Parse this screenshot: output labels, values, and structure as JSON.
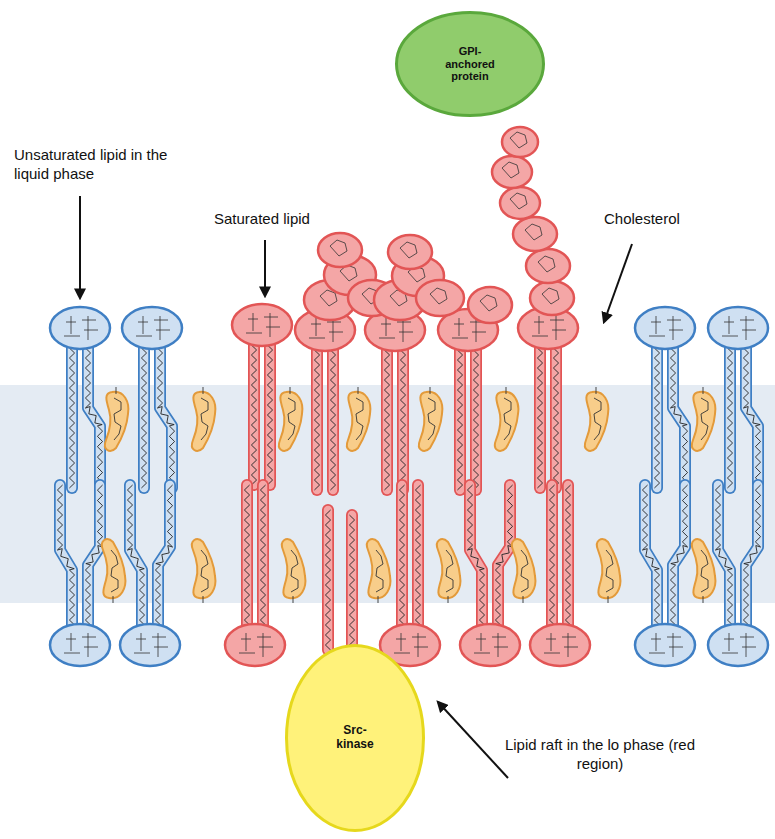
{
  "diagram": {
    "nodes": [
      {
        "text": [
          "GPI-anchored protein"
        ]
      },
      {
        "text": [
          "Src-kinase"
        ]
      }
    ],
    "labels": [
      "Unsaturated lipid in the liquid phase",
      "Saturated lipid",
      "Cholesterol",
      "Lipid raft in the lo phase (red region)"
    ]
  }
}
